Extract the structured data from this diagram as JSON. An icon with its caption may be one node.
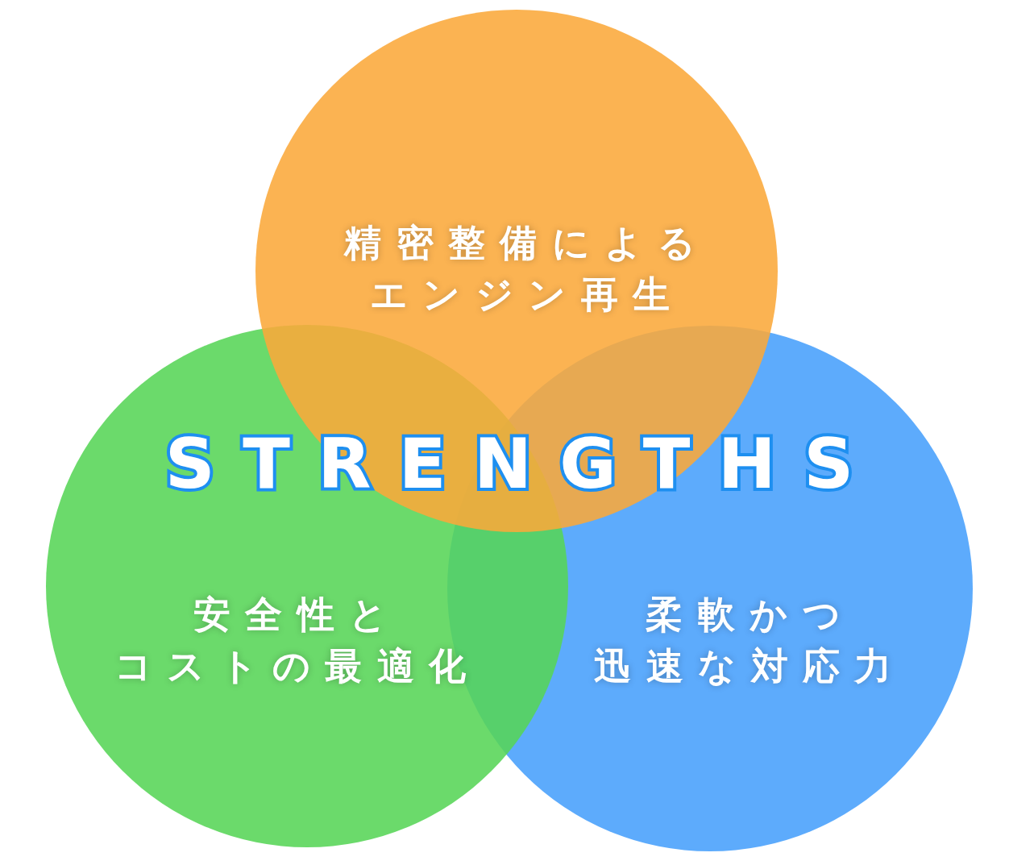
{
  "diagram": {
    "title": "STRENGTHS",
    "nodes": [
      {
        "text": [
          "精密整備によるエンジン再生"
        ]
      },
      {
        "text": [
          "安全性とコストの最適化"
        ]
      },
      {
        "text": [
          "柔軟かつ迅速な対応力"
        ]
      }
    ]
  }
}
